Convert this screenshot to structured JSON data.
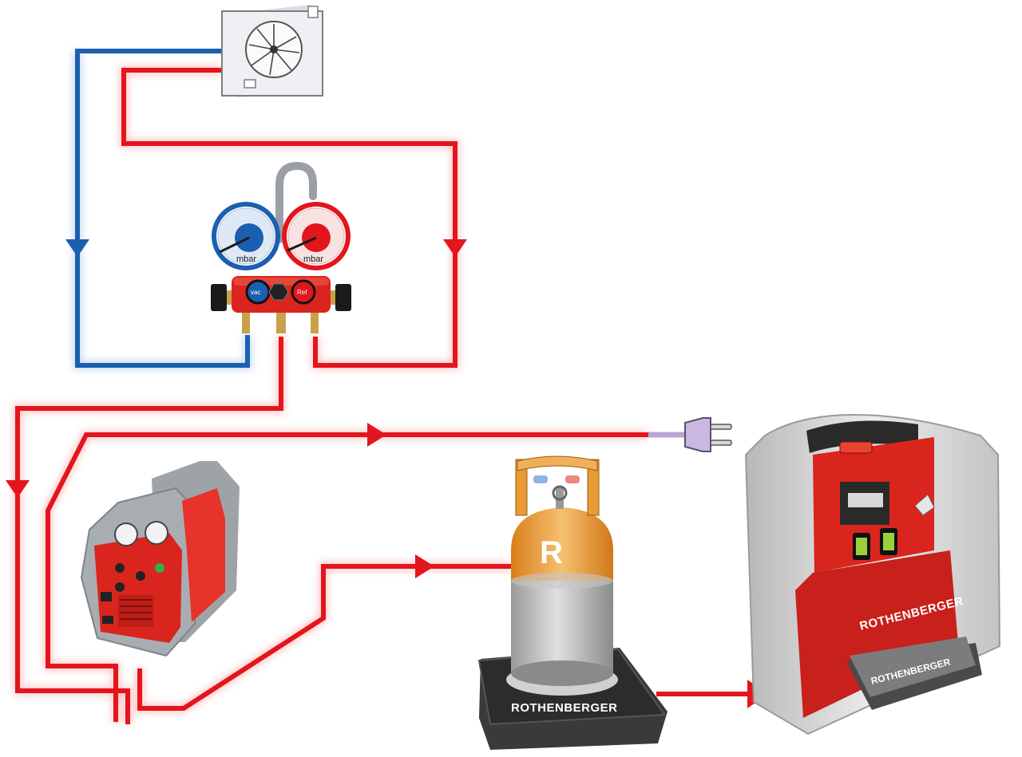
{
  "manifold": {
    "low_gauge_unit": "mbar",
    "high_gauge_unit": "mbar",
    "low_valve_label": "vac",
    "high_valve_label": "Ref"
  },
  "cylinder": {
    "letter": "R"
  },
  "brand": {
    "scale": "ROTHENBERGER",
    "station": "ROTHENBERGER",
    "station_plate": "ROTHENBERGER"
  },
  "colors": {
    "high_pressure_line": "#e3151d",
    "low_pressure_line": "#1b5fb0",
    "power_cable": "#b9a7d3",
    "device_red": "#d9251d",
    "cylinder_orange": "#e89a34"
  },
  "icons": [
    "condenser-unit-icon",
    "manifold-gauge-icon",
    "recovery-unit-icon",
    "refrigerant-cylinder-icon",
    "scale-icon",
    "power-plug-icon",
    "station-icon"
  ]
}
